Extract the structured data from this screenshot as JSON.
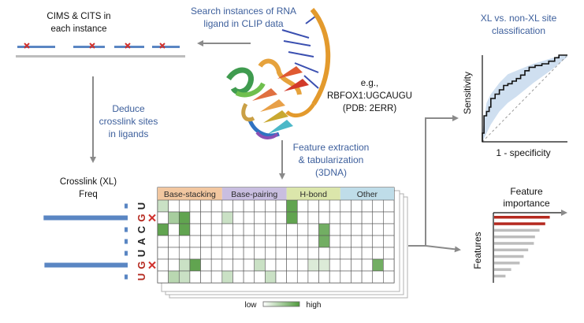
{
  "colors": {
    "blue_text": "#3d5f9c",
    "xl_bar": "#5a86c3",
    "cross_mark": "#d0312d",
    "arrow": "#8a8a8a",
    "highlight_red": "#b5291f",
    "feature_gray": "#bdbdbd",
    "roc_band": "#cfdff0",
    "heat_low": "#ffffff",
    "heat_high": "#4f9a3c"
  },
  "labels": {
    "cims_cits": [
      "CIMS & CITS in",
      "each instance"
    ],
    "search_instances": [
      "Search instances of RNA",
      "ligand in CLIP data"
    ],
    "deduce": [
      "Deduce",
      "crosslink sites",
      "in ligands"
    ],
    "example": [
      "e.g.,",
      "RBFOX1:UGCAUGU",
      "(PDB: 2ERR)"
    ],
    "feature_extraction": [
      "Feature extraction",
      "& tabularization",
      "(3DNA)"
    ],
    "xl_freq": [
      "Crosslink (XL)",
      "Freq"
    ],
    "classification": [
      "XL vs. non-XL site",
      "classification"
    ],
    "sensitivity": "Sensitivity",
    "specificity": "1 - specificity",
    "feature_importance": [
      "Feature",
      "importance"
    ],
    "features": "Features",
    "legend_low": "low",
    "legend_high": "high"
  },
  "sequence": {
    "letters": [
      "U",
      "G",
      "C",
      "A",
      "U",
      "G",
      "U"
    ],
    "highlighted": [
      false,
      true,
      false,
      false,
      false,
      true,
      true
    ],
    "crosslinked": [
      false,
      true,
      false,
      false,
      false,
      true,
      false
    ],
    "xl_freq": [
      0.0,
      0.97,
      0.0,
      0.0,
      0.0,
      0.96,
      0.0
    ]
  },
  "heatmap": {
    "categories": [
      {
        "name": "Base-stacking",
        "color": "#f2c7a0",
        "columns": 6
      },
      {
        "name": "Base-pairing",
        "color": "#c9bee0",
        "columns": 6
      },
      {
        "name": "H-bond",
        "color": "#dbe6ab",
        "columns": 5
      },
      {
        "name": "Other",
        "color": "#bfdde9",
        "columns": 5
      }
    ],
    "values": [
      [
        0.3,
        0,
        0,
        0,
        0,
        0,
        0,
        0,
        0,
        0,
        0,
        0,
        0.9,
        0,
        0,
        0,
        0,
        0,
        0,
        0,
        0,
        0
      ],
      [
        0,
        0.5,
        0.9,
        0,
        0,
        0,
        0.3,
        0,
        0,
        0,
        0,
        0,
        0.9,
        0,
        0,
        0,
        0,
        0,
        0,
        0,
        0,
        0
      ],
      [
        0.9,
        0,
        0.9,
        0,
        0,
        0,
        0,
        0,
        0,
        0,
        0,
        0,
        0,
        0,
        0,
        0.8,
        0,
        0,
        0,
        0,
        0,
        0
      ],
      [
        0,
        0,
        0,
        0,
        0,
        0,
        0,
        0,
        0,
        0,
        0,
        0,
        0,
        0,
        0,
        0.8,
        0,
        0,
        0,
        0,
        0,
        0
      ],
      [
        0,
        0,
        0,
        0,
        0,
        0,
        0,
        0,
        0,
        0,
        0,
        0,
        0,
        0,
        0,
        0,
        0,
        0,
        0,
        0,
        0,
        0
      ],
      [
        0,
        0,
        0.3,
        0.9,
        0,
        0,
        0,
        0,
        0,
        0.3,
        0,
        0,
        0,
        0,
        0.2,
        0.2,
        0,
        0,
        0,
        0,
        0.8,
        0
      ],
      [
        0,
        0.4,
        0.3,
        0,
        0,
        0,
        0.3,
        0,
        0,
        0,
        0.3,
        0,
        0,
        0,
        0,
        0,
        0,
        0,
        0,
        0,
        0,
        0
      ]
    ]
  },
  "roc": {
    "curve": [
      [
        0,
        0
      ],
      [
        0.02,
        0.1
      ],
      [
        0.05,
        0.3
      ],
      [
        0.08,
        0.35
      ],
      [
        0.1,
        0.4
      ],
      [
        0.15,
        0.5
      ],
      [
        0.2,
        0.55
      ],
      [
        0.25,
        0.6
      ],
      [
        0.3,
        0.65
      ],
      [
        0.35,
        0.67
      ],
      [
        0.4,
        0.7
      ],
      [
        0.45,
        0.73
      ],
      [
        0.5,
        0.77
      ],
      [
        0.55,
        0.82
      ],
      [
        0.62,
        0.86
      ],
      [
        0.7,
        0.88
      ],
      [
        0.78,
        0.9
      ],
      [
        0.85,
        0.93
      ],
      [
        0.9,
        0.97
      ],
      [
        1,
        1
      ]
    ],
    "band_upper": [
      [
        0,
        0.1
      ],
      [
        0.05,
        0.45
      ],
      [
        0.1,
        0.55
      ],
      [
        0.2,
        0.68
      ],
      [
        0.3,
        0.78
      ],
      [
        0.4,
        0.82
      ],
      [
        0.5,
        0.86
      ],
      [
        0.6,
        0.9
      ],
      [
        0.7,
        0.93
      ],
      [
        0.8,
        0.96
      ],
      [
        0.9,
        0.99
      ],
      [
        1,
        1
      ]
    ],
    "band_lower": [
      [
        0,
        0
      ],
      [
        0.1,
        0.2
      ],
      [
        0.2,
        0.35
      ],
      [
        0.3,
        0.45
      ],
      [
        0.4,
        0.52
      ],
      [
        0.5,
        0.6
      ],
      [
        0.6,
        0.68
      ],
      [
        0.7,
        0.75
      ],
      [
        0.8,
        0.82
      ],
      [
        0.9,
        0.9
      ],
      [
        1,
        0.98
      ]
    ]
  },
  "feature_importance": {
    "values": [
      0.98,
      0.9,
      0.8,
      0.72,
      0.7,
      0.6,
      0.52,
      0.45,
      0.3,
      0.2
    ],
    "highlighted": [
      true,
      true,
      false,
      false,
      false,
      false,
      false,
      false,
      false,
      false
    ]
  }
}
